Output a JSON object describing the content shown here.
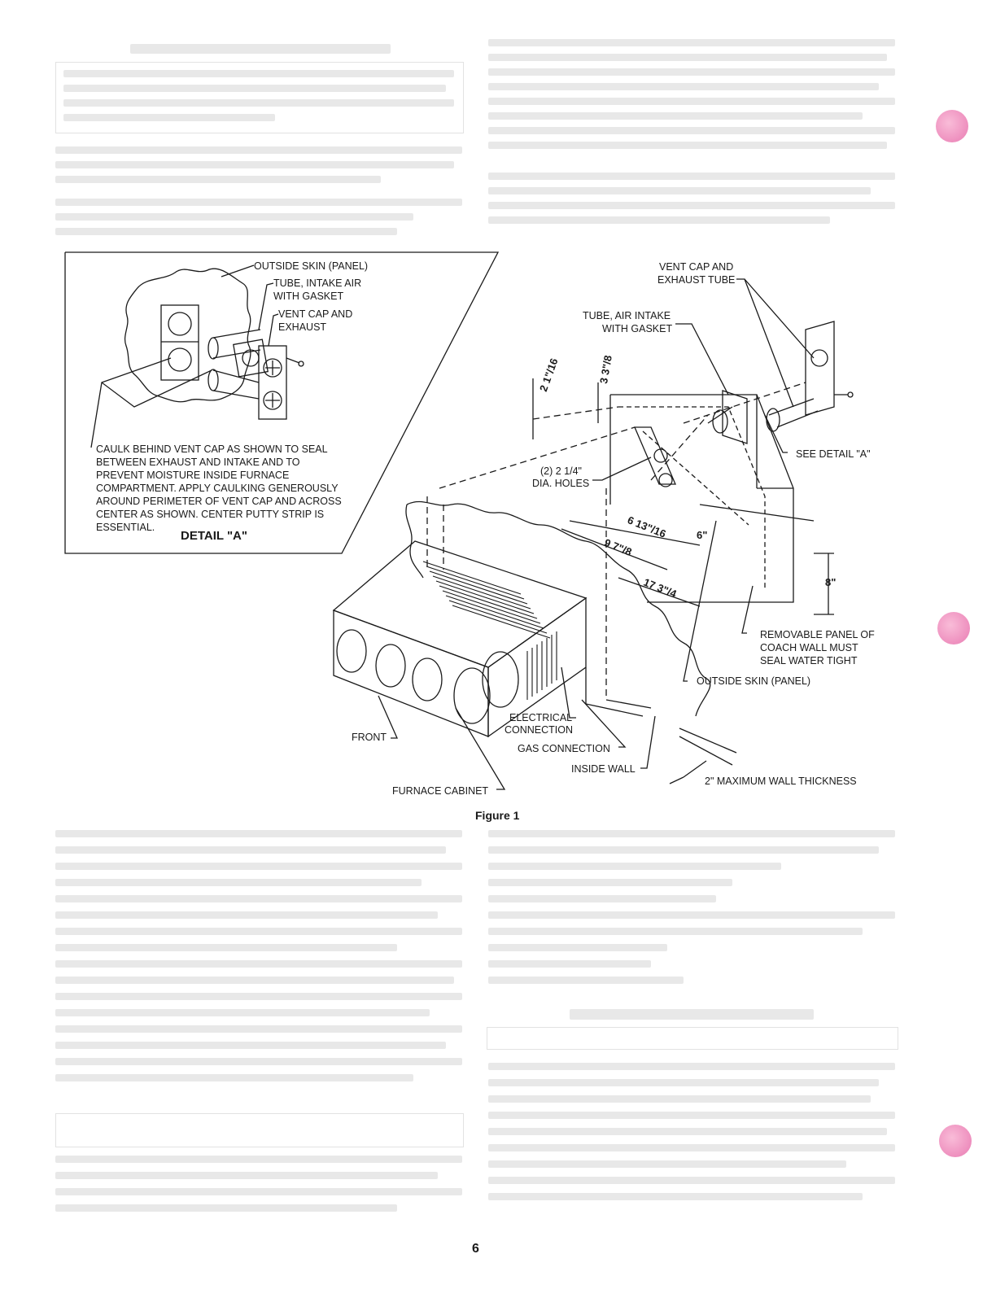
{
  "page": {
    "number": "6",
    "figure_caption": "Figure 1"
  },
  "detail": {
    "title": "DETAIL \"A\"",
    "labels": {
      "outside_skin": "OUTSIDE SKIN (PANEL)",
      "tube_intake_1": "TUBE, INTAKE AIR",
      "tube_intake_2": "WITH GASKET",
      "vent_cap_1": "VENT CAP AND",
      "vent_cap_2": "EXHAUST",
      "caulk_1": "CAULK BEHIND VENT CAP AS SHOWN TO SEAL",
      "caulk_2": "BETWEEN EXHAUST AND INTAKE AND TO",
      "caulk_3": "PREVENT MOISTURE INSIDE FURNACE",
      "caulk_4": "COMPARTMENT. APPLY CAULKING GENEROUSLY",
      "caulk_5": "AROUND PERIMETER OF VENT CAP AND ACROSS",
      "caulk_6": "CENTER AS SHOWN. CENTER PUTTY STRIP IS",
      "caulk_7": "ESSENTIAL."
    }
  },
  "main": {
    "labels": {
      "vent_cap_1": "VENT CAP AND",
      "vent_cap_2": "EXHAUST TUBE",
      "tube_air_1": "TUBE, AIR INTAKE",
      "tube_air_2": "WITH GASKET",
      "see_detail": "SEE DETAIL \"A\"",
      "holes_1": "(2) 2 1/4\"",
      "holes_2": "DIA. HOLES",
      "removable_1": "REMOVABLE PANEL OF",
      "removable_2": "COACH WALL MUST",
      "removable_3": "SEAL WATER TIGHT",
      "outside_skin": "OUTSIDE SKIN (PANEL)",
      "electrical_1": "ELECTRICAL",
      "electrical_2": "CONNECTION",
      "gas": "GAS CONNECTION",
      "inside_wall": "INSIDE WALL",
      "max_wall": "2\" MAXIMUM WALL THICKNESS",
      "front": "FRONT",
      "furnace_cabinet": "FURNACE CABINET"
    },
    "dimensions": {
      "d1": "2 1\"/16",
      "d2": "3 3\"/8",
      "d3": "6 13\"/16",
      "d4": "9 7\"/8",
      "d5": "17 3\"/4",
      "d6": "6\"",
      "d7": "8\""
    }
  },
  "colors": {
    "ink": "#1a1a1a",
    "ghost_text": "#e6e6e6",
    "punch_hole": "#ee8fbe"
  }
}
